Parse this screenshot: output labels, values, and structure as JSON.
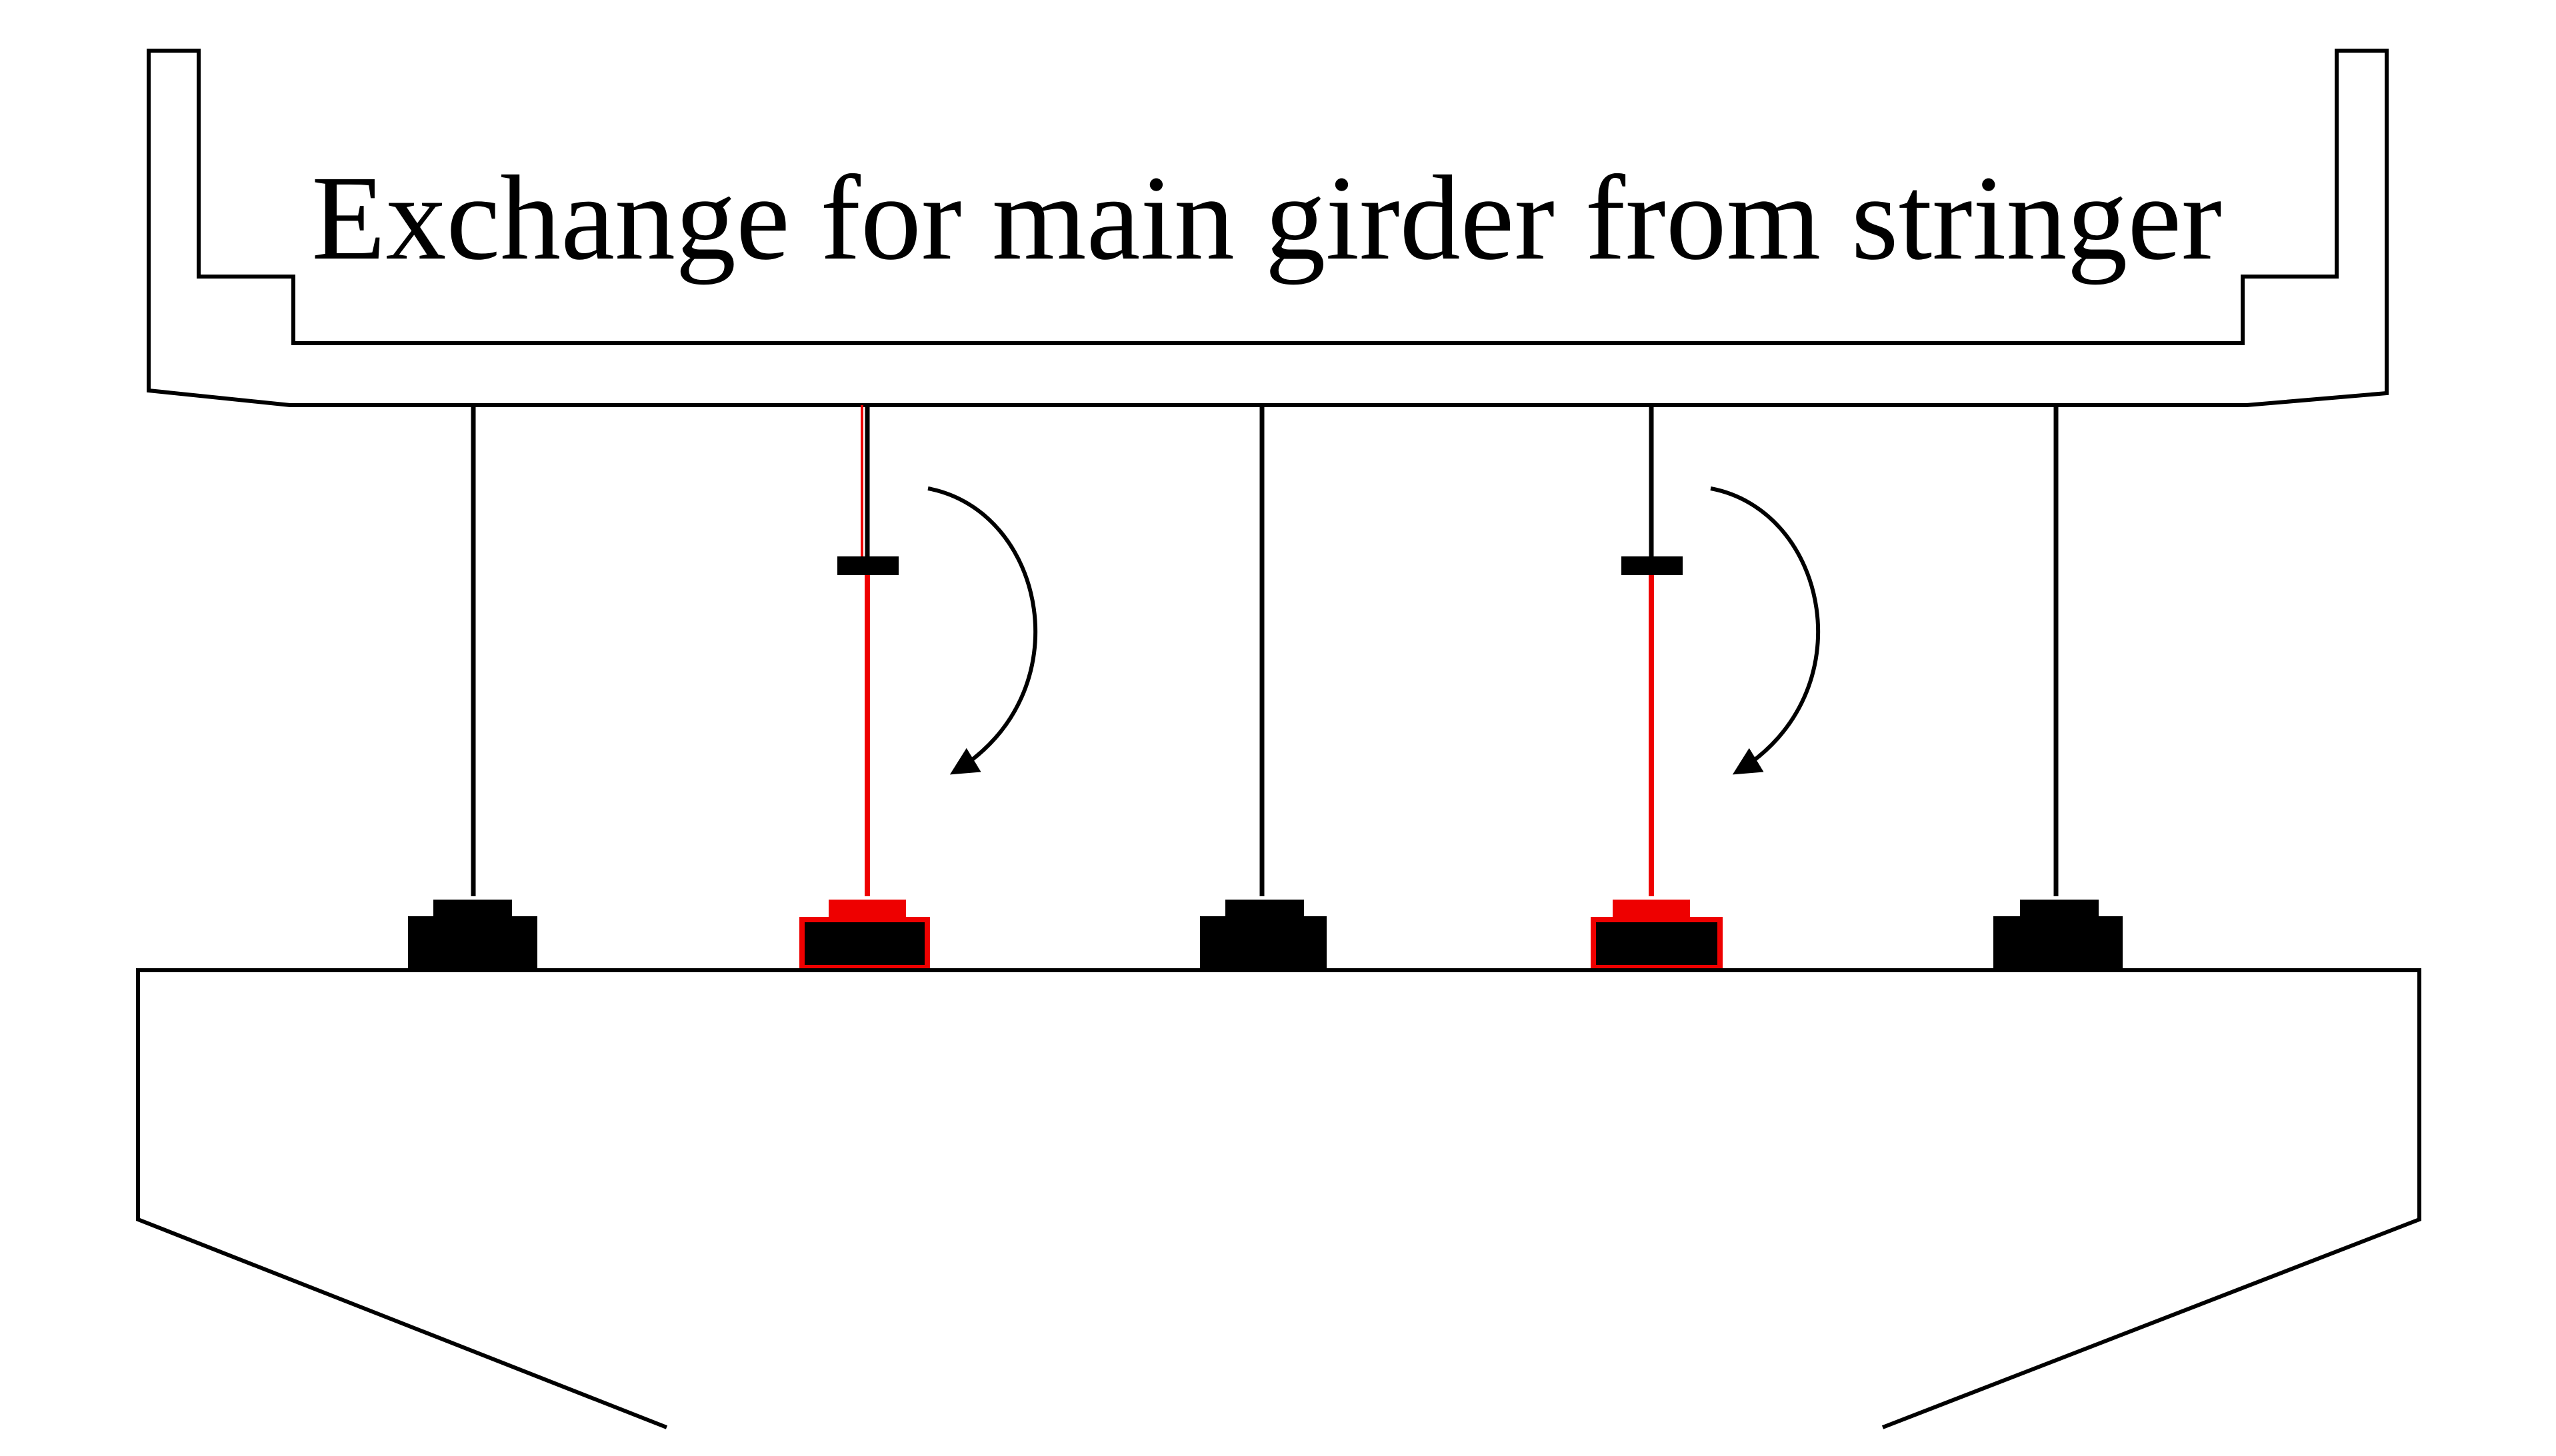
{
  "title": "Exchange for main girder from stringer",
  "colors": {
    "structure": "#000000",
    "exchanged_member": "#ee0000",
    "background": "#ffffff"
  },
  "bearings": [
    {
      "id": "bearing-1",
      "exchanged": false
    },
    {
      "id": "bearing-2",
      "exchanged": true
    },
    {
      "id": "bearing-3",
      "exchanged": false
    },
    {
      "id": "bearing-4",
      "exchanged": true
    },
    {
      "id": "bearing-5",
      "exchanged": false
    }
  ],
  "icons": {
    "rotation_arrow": "curved-clockwise-arrow-icon"
  }
}
